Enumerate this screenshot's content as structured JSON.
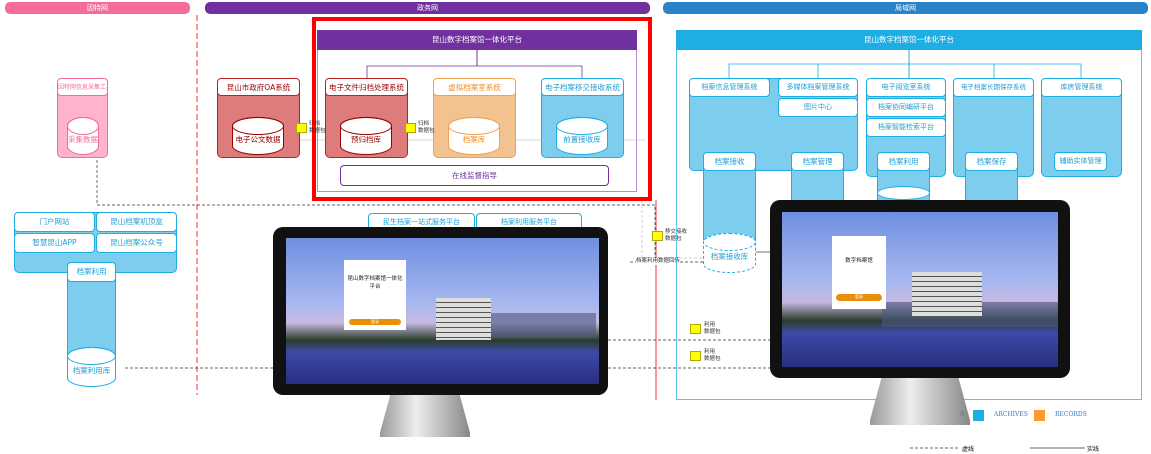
{
  "networks": {
    "internet": "因特网",
    "government": "政务网",
    "lan": "局域网"
  },
  "gov_platform": {
    "title": "昆山数字档案馆一体化平台",
    "supervision": "在线监督指导"
  },
  "internet_tool": {
    "title": "因特网信息采集工具",
    "db": "采集数据"
  },
  "oa": {
    "title": "昆山市政府OA系统",
    "db": "电子公文数据"
  },
  "gov_systems": [
    {
      "title": "电子文件归档处理系统",
      "db": "预归档库"
    },
    {
      "title": "虚拟档案室系统",
      "db": "档案库"
    },
    {
      "title": "电子档案移交接收系统",
      "db": "前置接收库"
    }
  ],
  "tags": [
    {
      "label": "归档\n数据包"
    },
    {
      "label": "归档\n数据包"
    },
    {
      "label": "移交接收\n数据包"
    },
    {
      "label": "利用\n数据包"
    },
    {
      "label": "利用\n数据包"
    }
  ],
  "return_label": "档案利用数据回传",
  "public": {
    "items": [
      "门户网站",
      "昆山档案机顶盒",
      "智慧昆山APP",
      "昆山档案公众号"
    ],
    "tab": "档案利用",
    "db": "档案利用库"
  },
  "service_platforms": [
    "民生档案一站式服务平台",
    "档案利用服务平台"
  ],
  "lan_platform": {
    "title": "昆山数字档案馆一体化平台",
    "systems": [
      "档案信息管理系统",
      "多媒体档案管理系统",
      "图片中心",
      "电子阅览室系统",
      "档案协同编研平台",
      "档案智能检索平台",
      "电子档案长期保存系统",
      "库房管理系统"
    ],
    "modules": [
      "档案接收",
      "档案管理",
      "档案利用",
      "档案保存",
      "辅助实体管理"
    ],
    "receive_db": "档案接收库"
  },
  "login_left": {
    "title": "昆山数字档案馆一体化平台",
    "button": "登录"
  },
  "login_right": {
    "title": "数字档案馆",
    "button": "登录"
  },
  "legend": {
    "partial": "S",
    "archives": "ARCHIVES",
    "records": "RECORDS",
    "dashed": "虚线",
    "solid": "实线"
  },
  "colors": {
    "internet": "#f56c9a",
    "government": "#7030a0",
    "lan": "#2a82c8",
    "archives": "#1eaee3",
    "records": "#ff9a33",
    "highlight": "#ff0000"
  }
}
